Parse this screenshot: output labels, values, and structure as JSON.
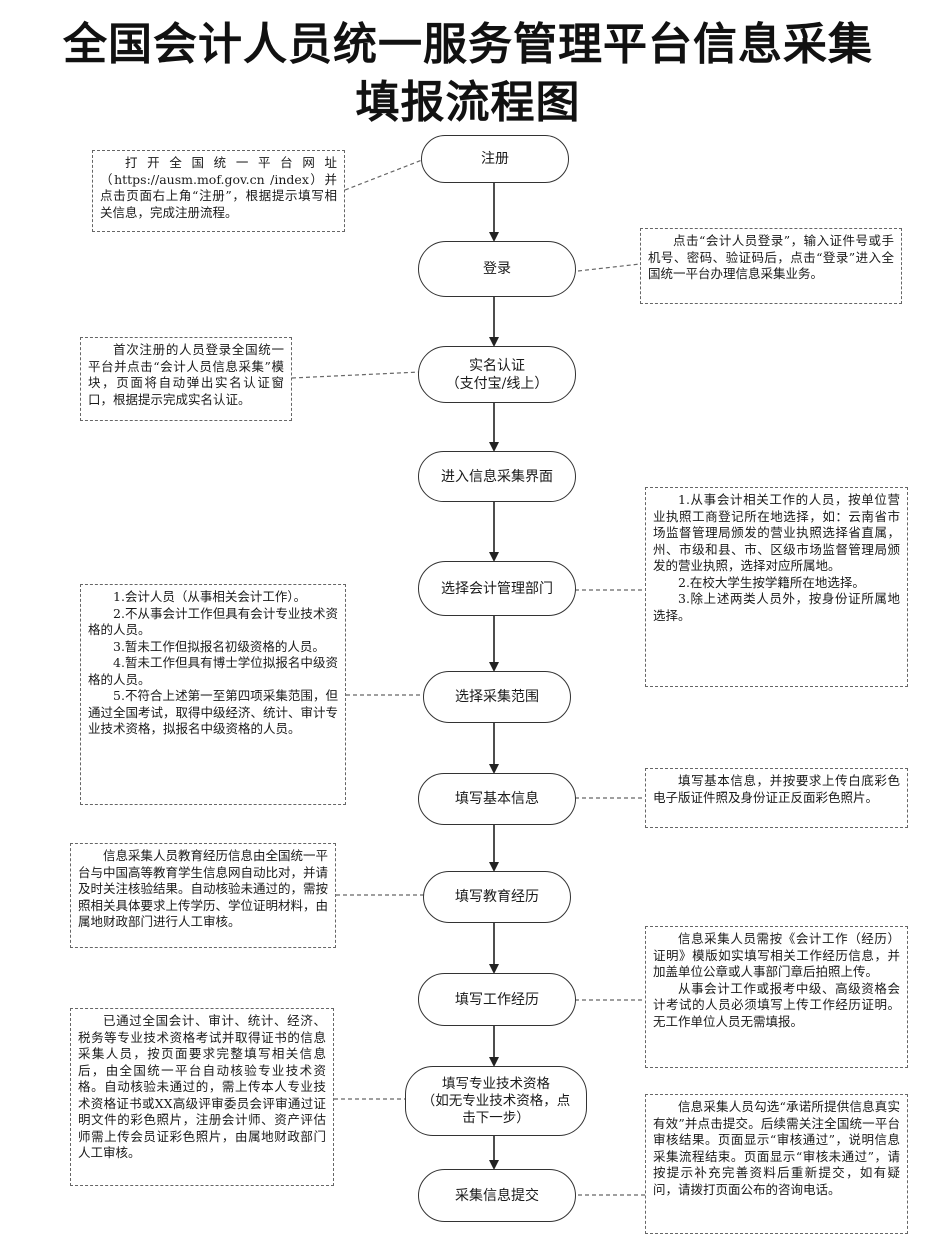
{
  "title": {
    "line1": "全国会计人员统一服务管理平台信息采集",
    "line2": "填报流程图"
  },
  "steps": [
    {
      "label": "注册",
      "sub": ""
    },
    {
      "label": "登录",
      "sub": ""
    },
    {
      "label": "实名认证",
      "sub": "（支付宝/线上）"
    },
    {
      "label": "进入信息采集界面",
      "sub": ""
    },
    {
      "label": "选择会计管理部门",
      "sub": ""
    },
    {
      "label": "选择采集范围",
      "sub": ""
    },
    {
      "label": "填写基本信息",
      "sub": ""
    },
    {
      "label": "填写教育经历",
      "sub": ""
    },
    {
      "label": "填写工作经历",
      "sub": ""
    },
    {
      "label": "填写专业技术资格",
      "sub": "（如无专业技术资格，点击下一步）"
    },
    {
      "label": "采集信息提交",
      "sub": ""
    }
  ],
  "notes": {
    "register": [
      "打开全国统一平台网址（https://ausm.mof.gov.cn /index）并点击页面右上角“注册”，根据提示填写相关信息，完成注册流程。"
    ],
    "login": [
      "点击“会计人员登录”，输入证件号或手机号、密码、验证码后，点击“登录”进入全国统一平台办理信息采集业务。"
    ],
    "realname": [
      "首次注册的人员登录全国统一平台并点击“会计人员信息采集”模块，页面将自动弹出实名认证窗口，根据提示完成实名认证。"
    ],
    "department": [
      "1.从事会计相关工作的人员，按单位营业执照工商登记所在地选择，如：云南省市场监督管理局颁发的营业执照选择省直属，州、市级和县、市、区级市场监督管理局颁发的营业执照，选择对应所属地。",
      "2.在校大学生按学籍所在地选择。",
      "3.除上述两类人员外，按身份证所属地选择。"
    ],
    "scope": [
      "1.会计人员（从事相关会计工作）。",
      "2.不从事会计工作但具有会计专业技术资格的人员。",
      "3.暂未工作但拟报名初级资格的人员。",
      "4.暂未工作但具有博士学位拟报名中级资格的人员。",
      "5.不符合上述第一至第四项采集范围，但通过全国考试，取得中级经济、统计、审计专业技术资格，拟报名中级资格的人员。"
    ],
    "basic": [
      "填写基本信息，并按要求上传白底彩色电子版证件照及身份证正反面彩色照片。"
    ],
    "education": [
      "信息采集人员教育经历信息由全国统一平台与中国高等教育学生信息网自动比对，并请及时关注核验结果。自动核验未通过的，需按照相关具体要求上传学历、学位证明材料，由属地财政部门进行人工审核。"
    ],
    "work": [
      "信息采集人员需按《会计工作（经历）证明》模版如实填写相关工作经历信息，并加盖单位公章或人事部门章后拍照上传。",
      "从事会计工作或报考中级、高级资格会计考试的人员必须填写上传工作经历证明。无工作单位人员无需填报。"
    ],
    "qualification": [
      "已通过全国会计、审计、统计、经济、税务等专业技术资格考试并取得证书的信息采集人员，按页面要求完整填写相关信息后，由全国统一平台自动核验专业技术资格。自动核验未通过的，需上传本人专业技术资格证书或XX高级评审委员会评审通过证明文件的彩色照片，注册会计师、资产评估师需上传会员证彩色照片，由属地财政部门人工审核。"
    ],
    "submit": [
      "信息采集人员勾选“承诺所提供信息真实有效”并点击提交。后续需关注全国统一平台审核结果。页面显示“审核通过”，说明信息采集流程结束。页面显示“审核未通过”，请按提示补充完善资料后重新提交，如有疑问，请拨打页面公布的咨询电话。"
    ]
  }
}
